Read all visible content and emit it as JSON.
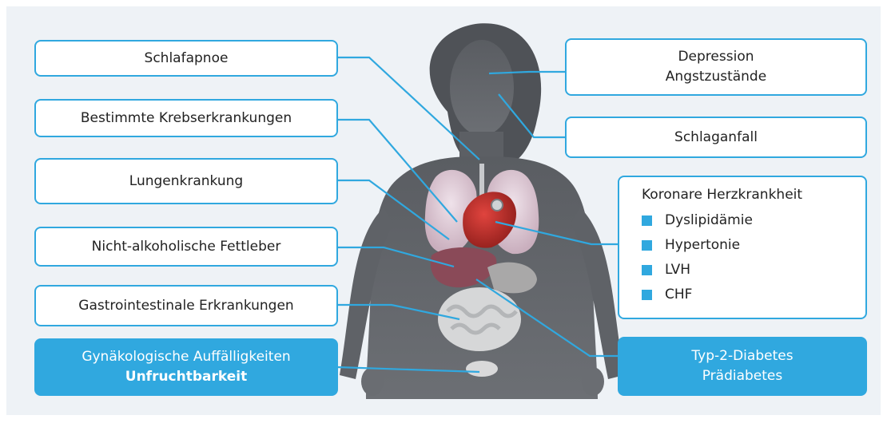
{
  "colors": {
    "accent": "#30a8df",
    "background": "#eef2f6",
    "box_fill": "#ffffff",
    "text": "#222222"
  },
  "labels": {
    "left": [
      {
        "text": "Schlafapnoe"
      },
      {
        "text": "Bestimmte Krebserkrankungen"
      },
      {
        "text": "Lungenkrankung"
      },
      {
        "text": "Nicht-alkoholische Fettleber"
      },
      {
        "text": "Gastrointestinale Erkrankungen"
      }
    ],
    "left_highlight": {
      "line1": "Gynäkologische Auffälligkeiten",
      "line2": "Unfruchtbarkeit"
    },
    "right": [
      {
        "line1": "Depression",
        "line2": "Angstzustände"
      },
      {
        "text": "Schlaganfall"
      }
    ],
    "heart": {
      "title": "Koronare Herzkrankheit",
      "items": [
        "Dyslipidämie",
        "Hypertonie",
        "LVH",
        "CHF"
      ]
    },
    "right_highlight": {
      "line1": "Typ-2-Diabetes",
      "line2": "Prädiabetes"
    }
  }
}
